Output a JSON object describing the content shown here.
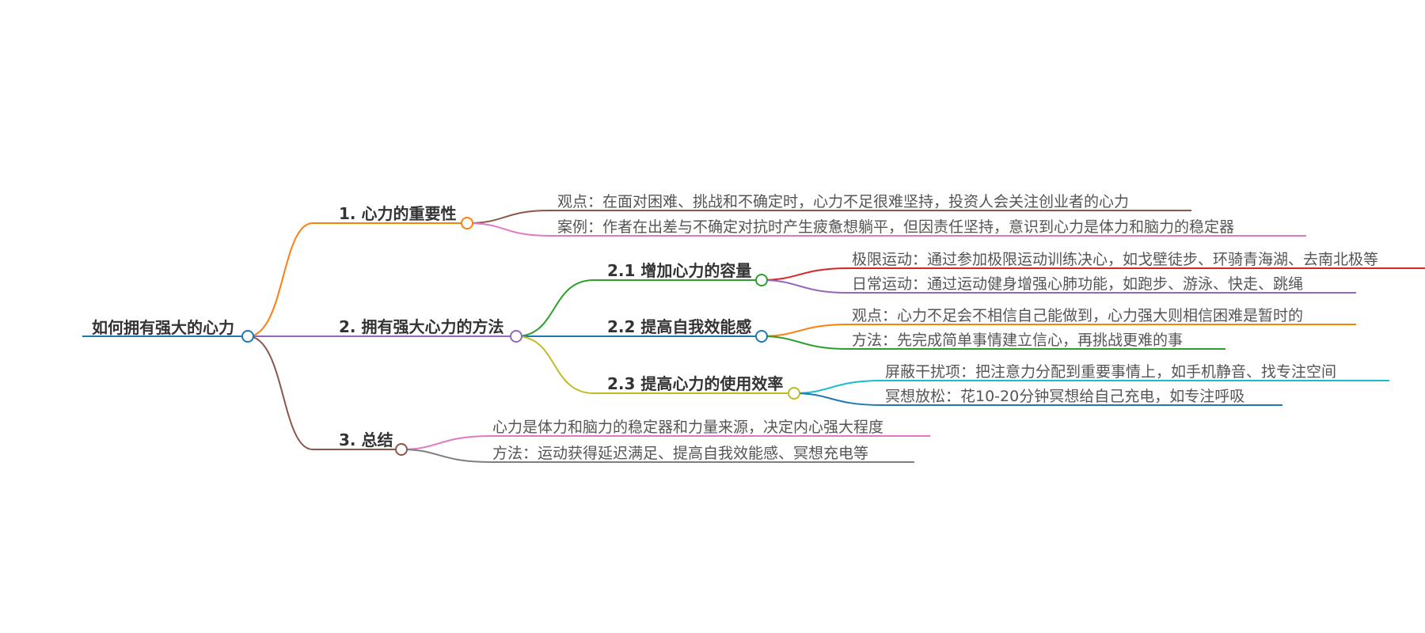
{
  "mindmap": {
    "root": {
      "label": "如何拥有强大的心力",
      "color": "#1f78b4"
    },
    "sections": [
      {
        "id": "s1",
        "label": "1. 心力的重要性",
        "color": "#ff7f0e",
        "items": [
          {
            "label": "观点：在面对困难、挑战和不确定时，心力不足很难坚持，投资人会关注创业者的心力",
            "color": "#8c564b"
          },
          {
            "label": "案例：作者在出差与不确定对抗时产生疲惫想躺平，但因责任坚持，意识到心力是体力和脑力的稳定器",
            "color": "#e377c2"
          }
        ]
      },
      {
        "id": "s2",
        "label": "2. 拥有强大心力的方法",
        "color": "#9467bd",
        "subsections": [
          {
            "label": "2.1 增加心力的容量",
            "color": "#2ca02c",
            "items": [
              {
                "label": "极限运动：通过参加极限运动训练决心，如戈壁徒步、环骑青海湖、去南北极等",
                "color": "#d62728"
              },
              {
                "label": "日常运动：通过运动健身增强心肺功能，如跑步、游泳、快走、跳绳",
                "color": "#9467bd"
              }
            ]
          },
          {
            "label": "2.2 提高自我效能感",
            "color": "#1f78b4",
            "items": [
              {
                "label": "观点：心力不足会不相信自己能做到，心力强大则相信困难是暂时的",
                "color": "#ff7f0e"
              },
              {
                "label": "方法：先完成简单事情建立信心，再挑战更难的事",
                "color": "#2ca02c"
              }
            ]
          },
          {
            "label": "2.3 提高心力的使用效率",
            "color": "#bcbd22",
            "items": [
              {
                "label": "屏蔽干扰项：把注意力分配到重要事情上，如手机静音、找专注空间",
                "color": "#17becf"
              },
              {
                "label": "冥想放松：花10-20分钟冥想给自己充电，如专注呼吸",
                "color": "#1f78b4"
              }
            ]
          }
        ]
      },
      {
        "id": "s3",
        "label": "3. 总结",
        "color": "#8c564b",
        "items": [
          {
            "label": "心力是体力和脑力的稳定器和力量来源，决定内心强大程度",
            "color": "#e377c2"
          },
          {
            "label": "方法：运动获得延迟满足、提高自我效能感、冥想充电等",
            "color": "#7f7f7f"
          }
        ]
      }
    ]
  }
}
